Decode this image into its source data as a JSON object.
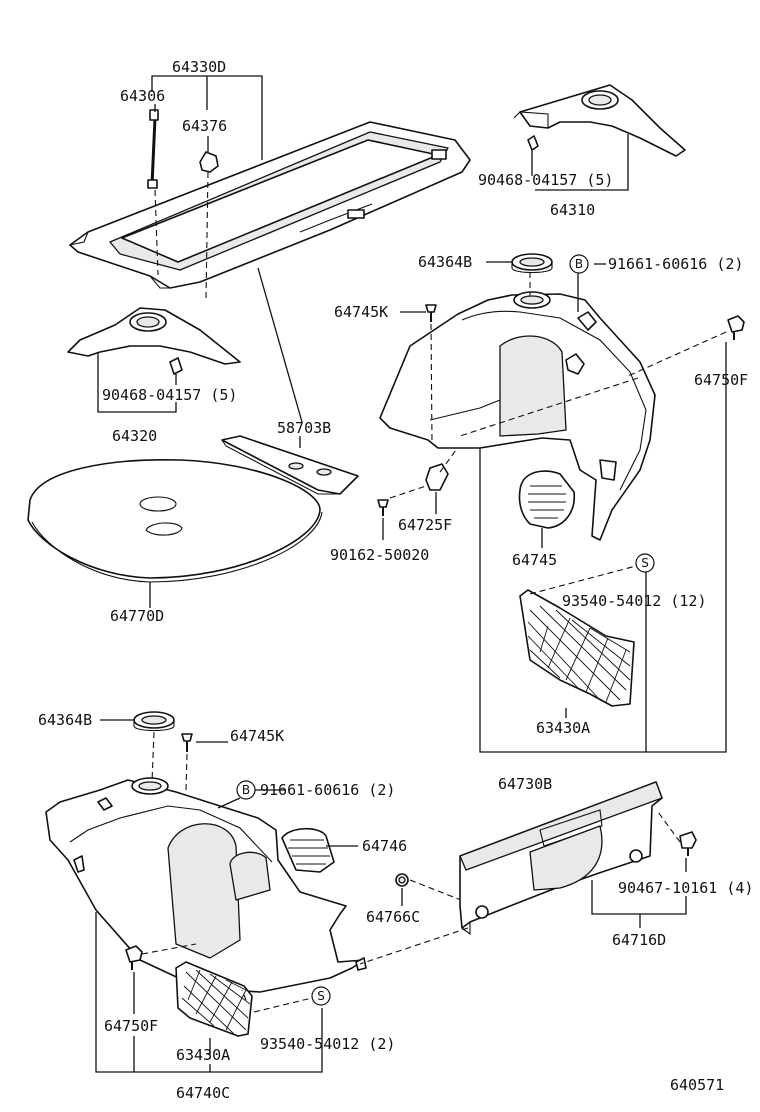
{
  "diagram_id": "640571",
  "parts": {
    "tray_assembly": "64330D",
    "tray_support_rod": "64306",
    "clip_64376": "64376",
    "speaker_cover_right": "64310",
    "clip_right_cover": "90468-04157 (5)",
    "speaker_cover_left": "64320",
    "clip_left_cover": "90468-04157 (5)",
    "cover_sheet": "58703B",
    "floor_mat": "64770D",
    "ring_upper": "64364B",
    "screw_b_upper": "91661-60616 (2)",
    "bolt_upper": "64745K",
    "clip_upper": "64750F",
    "hook_upper": "64725F",
    "screw_upper": "90162-50020",
    "cover_upper": "64745",
    "net_screw_upper": "93540-54012 (12)",
    "net_upper": "63430A",
    "trim_right": "64730B",
    "ring_lower": "64364B",
    "bolt_lower": "64745K",
    "screw_b_lower": "91661-60616 (2)",
    "cover_lower": "64746",
    "clip_lower": "64766C",
    "clip_lower_left": "64750F",
    "net_lower": "63430A",
    "net_screw_lower": "93540-54012 (2)",
    "trim_left": "64740C",
    "sill_plate": "64716D",
    "sill_clip": "90467-10161 (4)"
  },
  "markers": {
    "b": "B",
    "s": "S"
  }
}
